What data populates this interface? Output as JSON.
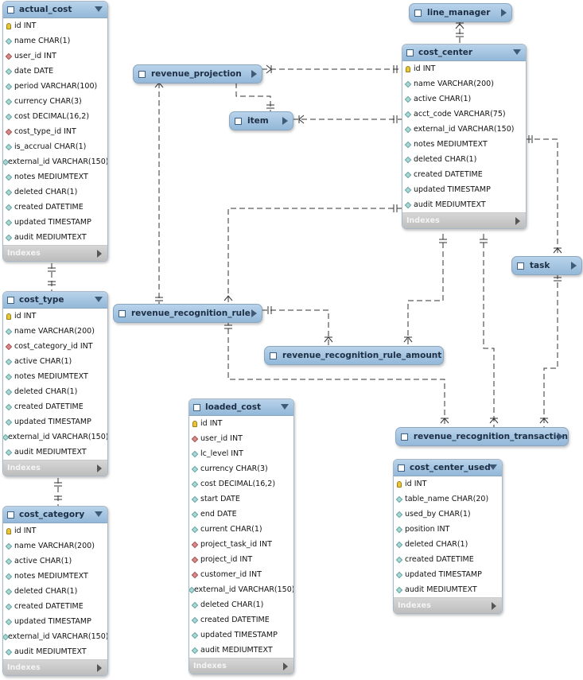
{
  "tables": {
    "actual_cost": {
      "name": "actual_cost",
      "indexes_label": "Indexes",
      "columns": [
        {
          "key": "pk",
          "label": "id INT"
        },
        {
          "key": "attr",
          "label": "name CHAR(1)"
        },
        {
          "key": "fk",
          "label": "user_id INT"
        },
        {
          "key": "attr",
          "label": "date DATE"
        },
        {
          "key": "attr",
          "label": "period VARCHAR(100)"
        },
        {
          "key": "attr",
          "label": "currency CHAR(3)"
        },
        {
          "key": "attr",
          "label": "cost DECIMAL(16,2)"
        },
        {
          "key": "fk",
          "label": "cost_type_id INT"
        },
        {
          "key": "attr",
          "label": "is_accrual CHAR(1)"
        },
        {
          "key": "attr",
          "label": "external_id VARCHAR(150)"
        },
        {
          "key": "attr",
          "label": "notes MEDIUMTEXT"
        },
        {
          "key": "attr",
          "label": "deleted CHAR(1)"
        },
        {
          "key": "attr",
          "label": "created DATETIME"
        },
        {
          "key": "attr",
          "label": "updated TIMESTAMP"
        },
        {
          "key": "attr",
          "label": "audit MEDIUMTEXT"
        }
      ]
    },
    "cost_type": {
      "name": "cost_type",
      "indexes_label": "Indexes",
      "columns": [
        {
          "key": "pk",
          "label": "id INT"
        },
        {
          "key": "attr",
          "label": "name VARCHAR(200)"
        },
        {
          "key": "fk",
          "label": "cost_category_id INT"
        },
        {
          "key": "attr",
          "label": "active CHAR(1)"
        },
        {
          "key": "attr",
          "label": "notes MEDIUMTEXT"
        },
        {
          "key": "attr",
          "label": "deleted CHAR(1)"
        },
        {
          "key": "attr",
          "label": "created DATETIME"
        },
        {
          "key": "attr",
          "label": "updated TIMESTAMP"
        },
        {
          "key": "attr",
          "label": "external_id VARCHAR(150)"
        },
        {
          "key": "attr",
          "label": "audit MEDIUMTEXT"
        }
      ]
    },
    "cost_category": {
      "name": "cost_category",
      "indexes_label": "Indexes",
      "columns": [
        {
          "key": "pk",
          "label": "id INT"
        },
        {
          "key": "attr",
          "label": "name VARCHAR(200)"
        },
        {
          "key": "attr",
          "label": "active CHAR(1)"
        },
        {
          "key": "attr",
          "label": "notes MEDIUMTEXT"
        },
        {
          "key": "attr",
          "label": "deleted CHAR(1)"
        },
        {
          "key": "attr",
          "label": "created DATETIME"
        },
        {
          "key": "attr",
          "label": "updated TIMESTAMP"
        },
        {
          "key": "attr",
          "label": "external_id VARCHAR(150)"
        },
        {
          "key": "attr",
          "label": "audit MEDIUMTEXT"
        }
      ]
    },
    "loaded_cost": {
      "name": "loaded_cost",
      "indexes_label": "Indexes",
      "columns": [
        {
          "key": "pk",
          "label": "id INT"
        },
        {
          "key": "fk",
          "label": "user_id INT"
        },
        {
          "key": "attr",
          "label": "lc_level INT"
        },
        {
          "key": "attr",
          "label": "currency CHAR(3)"
        },
        {
          "key": "attr",
          "label": "cost DECIMAL(16,2)"
        },
        {
          "key": "attr",
          "label": "start DATE"
        },
        {
          "key": "attr",
          "label": "end DATE"
        },
        {
          "key": "attr",
          "label": "current CHAR(1)"
        },
        {
          "key": "fk",
          "label": "project_task_id INT"
        },
        {
          "key": "fk",
          "label": "project_id INT"
        },
        {
          "key": "fk",
          "label": "customer_id INT"
        },
        {
          "key": "attr",
          "label": "external_id VARCHAR(150)"
        },
        {
          "key": "attr",
          "label": "deleted CHAR(1)"
        },
        {
          "key": "attr",
          "label": "created DATETIME"
        },
        {
          "key": "attr",
          "label": "updated TIMESTAMP"
        },
        {
          "key": "attr",
          "label": "audit MEDIUMTEXT"
        }
      ]
    },
    "cost_center": {
      "name": "cost_center",
      "indexes_label": "Indexes",
      "columns": [
        {
          "key": "pk",
          "label": "id INT"
        },
        {
          "key": "attr",
          "label": "name VARCHAR(200)"
        },
        {
          "key": "attr",
          "label": "active CHAR(1)"
        },
        {
          "key": "attr",
          "label": "acct_code VARCHAR(75)"
        },
        {
          "key": "attr",
          "label": "external_id VARCHAR(150)"
        },
        {
          "key": "attr",
          "label": "notes MEDIUMTEXT"
        },
        {
          "key": "attr",
          "label": "deleted CHAR(1)"
        },
        {
          "key": "attr",
          "label": "created DATETIME"
        },
        {
          "key": "attr",
          "label": "updated TIMESTAMP"
        },
        {
          "key": "attr",
          "label": "audit MEDIUMTEXT"
        }
      ]
    },
    "cost_center_used": {
      "name": "cost_center_used",
      "indexes_label": "Indexes",
      "columns": [
        {
          "key": "pk",
          "label": "id INT"
        },
        {
          "key": "attr",
          "label": "table_name CHAR(20)"
        },
        {
          "key": "attr",
          "label": "used_by CHAR(1)"
        },
        {
          "key": "attr",
          "label": "position INT"
        },
        {
          "key": "attr",
          "label": "deleted CHAR(1)"
        },
        {
          "key": "attr",
          "label": "created DATETIME"
        },
        {
          "key": "attr",
          "label": "updated TIMESTAMP"
        },
        {
          "key": "attr",
          "label": "audit MEDIUMTEXT"
        }
      ]
    }
  },
  "collapsed_tables": {
    "line_manager": "line_manager",
    "revenue_projection": "revenue_projection",
    "item": "item",
    "task": "task",
    "revenue_recognition_rule": "revenue_recognition_rule",
    "revenue_recognition_rule_amount": "revenue_recognition_rule_amount",
    "revenue_recognition_transaction": "revenue_recognition_transaction"
  },
  "colors": {
    "header": "#93b8d9",
    "indexes_bar": "#bdbdbd",
    "connector": "#333333"
  },
  "icons": {
    "primary_key": "key-icon",
    "foreign_key": "red-diamond-icon",
    "attribute": "teal-diamond-icon",
    "table": "table-icon",
    "collapse": "triangle-down-icon",
    "expand": "triangle-right-icon"
  }
}
